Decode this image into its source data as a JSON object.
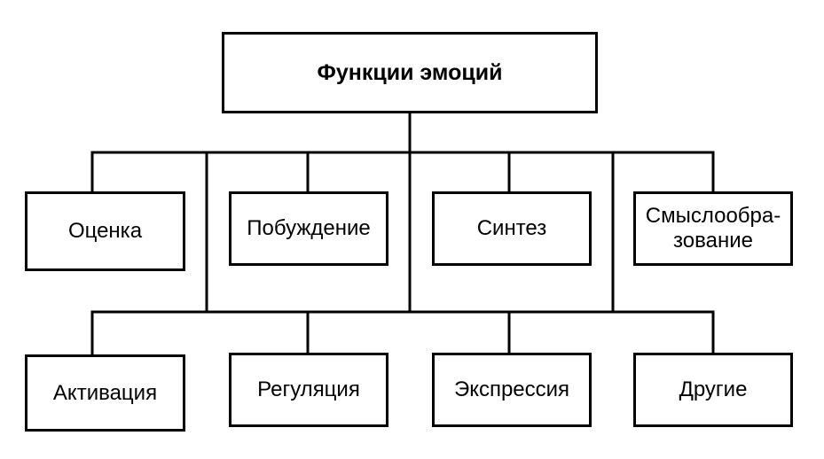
{
  "root": {
    "label": "Функции эмоций"
  },
  "middle_row": [
    {
      "label": "Оценка"
    },
    {
      "label": "Побуждение"
    },
    {
      "label": "Синтез"
    },
    {
      "label_line1": "Смыслообра-",
      "label_line2": "зование"
    }
  ],
  "bottom_row": [
    {
      "label": "Активация"
    },
    {
      "label": "Регуляция"
    },
    {
      "label": "Экспрессия"
    },
    {
      "label": "Другие"
    }
  ]
}
